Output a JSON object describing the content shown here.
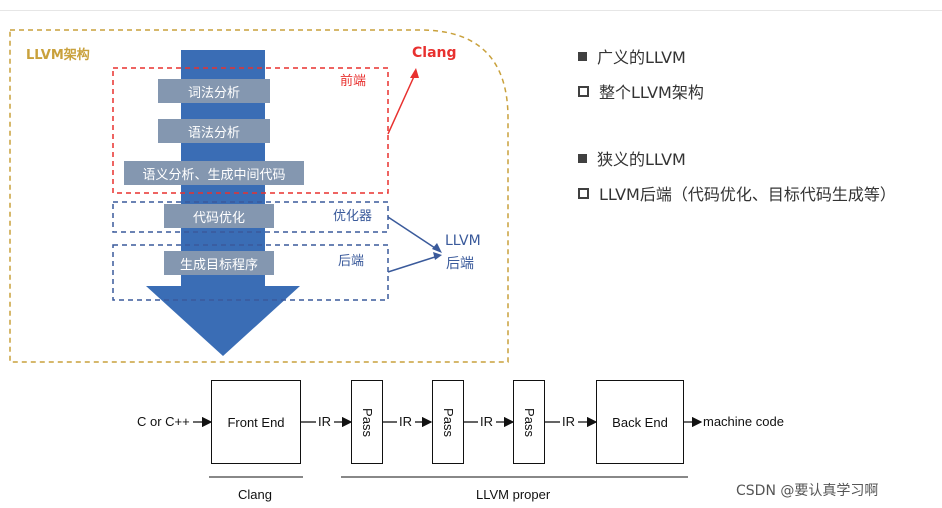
{
  "architecture": {
    "title": "LLVM架构",
    "stages": [
      "词法分析",
      "语法分析",
      "语义分析、生成中间代码",
      "代码优化",
      "生成目标程序"
    ],
    "frontend_label": "前端",
    "optimizer_label": "优化器",
    "backend_label": "后端",
    "clang_label": "Clang",
    "llvm_backend_line1": "LLVM",
    "llvm_backend_line2": "后端",
    "colors": {
      "frontend": "#e8312f",
      "backend": "#3a5a9b",
      "arrow": "#3a6db5",
      "border": "#c9a13c"
    }
  },
  "bullets": [
    {
      "style": "filled",
      "text": "广义的LLVM"
    },
    {
      "style": "hollow",
      "text": "整个LLVM架构"
    },
    {
      "style": "filled",
      "text": "狭义的LLVM"
    },
    {
      "style": "hollow",
      "text": "LLVM后端（代码优化、目标代码生成等）"
    }
  ],
  "pipeline": {
    "input": "C or C++",
    "front_end": "Front End",
    "ir": "IR",
    "pass": "Pass",
    "back_end": "Back End",
    "output": "machine code",
    "group_clang": "Clang",
    "group_llvm": "LLVM proper"
  },
  "watermark": "CSDN @要认真学习啊"
}
